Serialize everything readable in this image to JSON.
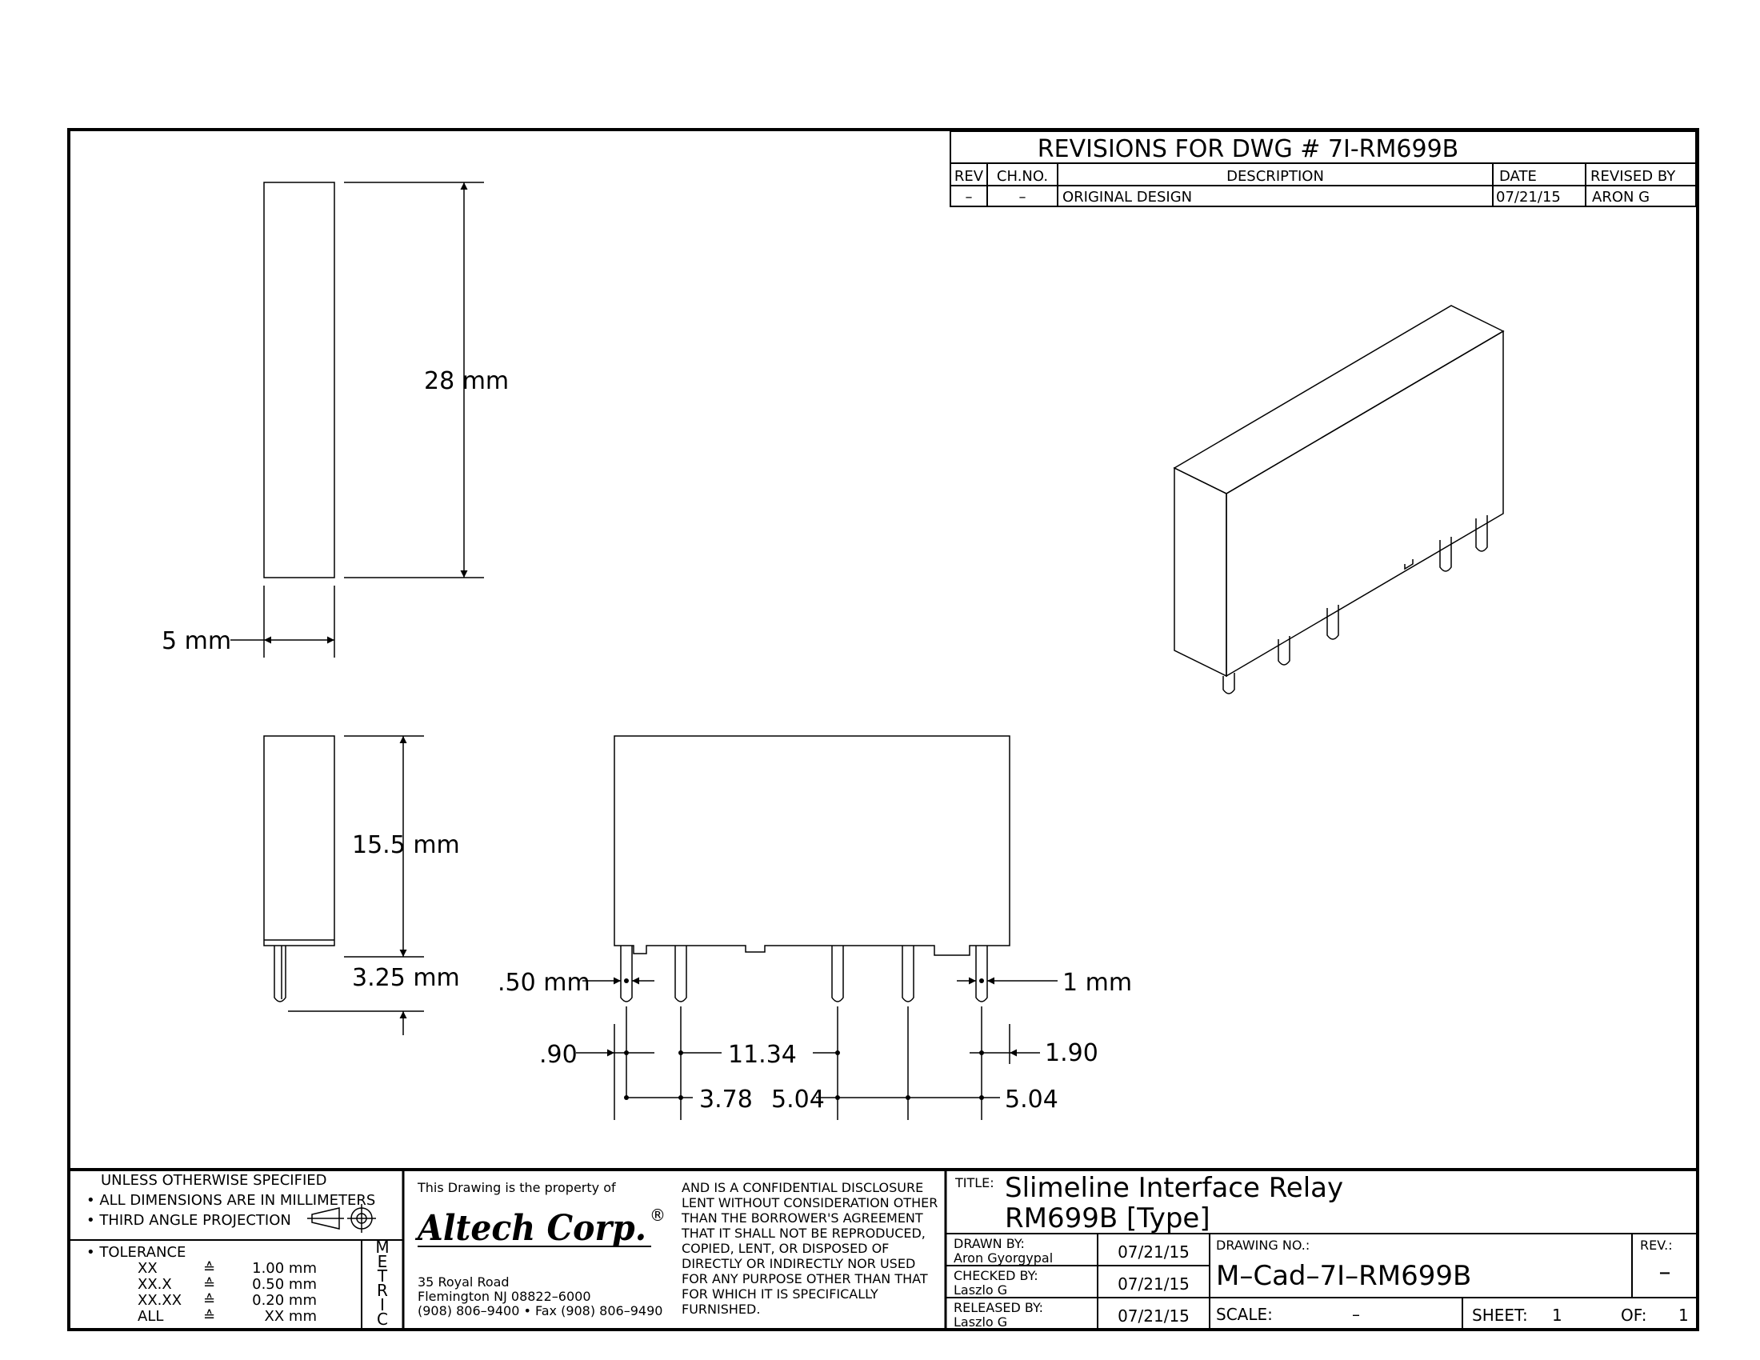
{
  "revisions": {
    "title": "REVISIONS FOR DWG # 7I-RM699B",
    "headers": {
      "rev": "REV",
      "ch_no": "CH.NO.",
      "description": "DESCRIPTION",
      "date": "DATE",
      "revised_by": "REVISED BY"
    },
    "rows": [
      {
        "rev": "–",
        "ch_no": "–",
        "description": "ORIGINAL DESIGN",
        "date": "07/21/15",
        "revised_by": "ARON G"
      }
    ]
  },
  "dimensions": {
    "height_28": "28 mm",
    "width_5": "5 mm",
    "body_height": "15.5 mm",
    "pin_length": "3.25 mm",
    "pin_50": ".50 mm",
    "pin_1": "1 mm",
    "d_090": ".90",
    "d_1134": "11.34",
    "d_190": "1.90",
    "d_378": "3.78",
    "d_504a": "5.04",
    "d_504b": "5.04"
  },
  "notes": {
    "line1": "UNLESS OTHERWISE SPECIFIED",
    "line2": "• ALL DIMENSIONS ARE IN MILLIMETERS",
    "line3": "• THIRD ANGLE PROJECTION",
    "tolerance_title": "• TOLERANCE",
    "tolerances": [
      {
        "key": "XX",
        "sym": "≙",
        "val": "1.00 mm"
      },
      {
        "key": "XX.X",
        "sym": "≙",
        "val": "0.50 mm"
      },
      {
        "key": "XX.XX",
        "sym": "≙",
        "val": "0.20 mm"
      },
      {
        "key": "ALL",
        "sym": "≙",
        "val": "XX mm"
      }
    ],
    "metric": [
      "M",
      "E",
      "T",
      "R",
      "I",
      "C"
    ]
  },
  "company": {
    "property_note": "This Drawing is the property of",
    "brand": "Altech Corp.",
    "registered": "®",
    "address1": "35 Royal Road",
    "address2": "Flemington NJ 08822–6000",
    "phone": "(908) 806–9400 • Fax (908) 806–9490",
    "disclosure": [
      "AND IS A CONFIDENTIAL DISCLOSURE",
      "LENT WITHOUT CONSIDERATION OTHER",
      "THAN THE BORROWER'S AGREEMENT",
      "THAT IT SHALL NOT BE REPRODUCED,",
      "COPIED, LENT, OR DISPOSED OF",
      "DIRECTLY OR INDIRECTLY NOR USED",
      "FOR ANY PURPOSE OTHER THAN THAT",
      "FOR WHICH IT IS SPECIFICALLY",
      "FURNISHED."
    ]
  },
  "title_block": {
    "title_label": "TITLE:",
    "title_line1": "Slimeline Interface Relay",
    "title_line2": "RM699B [Type]",
    "drawn_label": "DRAWN BY:",
    "drawn_name": "Aron Gyorgypal",
    "drawn_date": "07/21/15",
    "checked_label": "CHECKED BY:",
    "checked_name": "Laszlo G",
    "checked_date": "07/21/15",
    "released_label": "RELEASED BY:",
    "released_name": "Laszlo G",
    "released_date": "07/21/15",
    "drawing_no_label": "DRAWING NO.:",
    "drawing_no": "M–Cad–7I–RM699B",
    "rev_label": "REV.:",
    "rev_value": "–",
    "scale_label": "SCALE:",
    "scale_value": "–",
    "sheet_label": "SHEET:",
    "sheet_value": "1",
    "of_label": "OF:",
    "of_value": "1"
  }
}
